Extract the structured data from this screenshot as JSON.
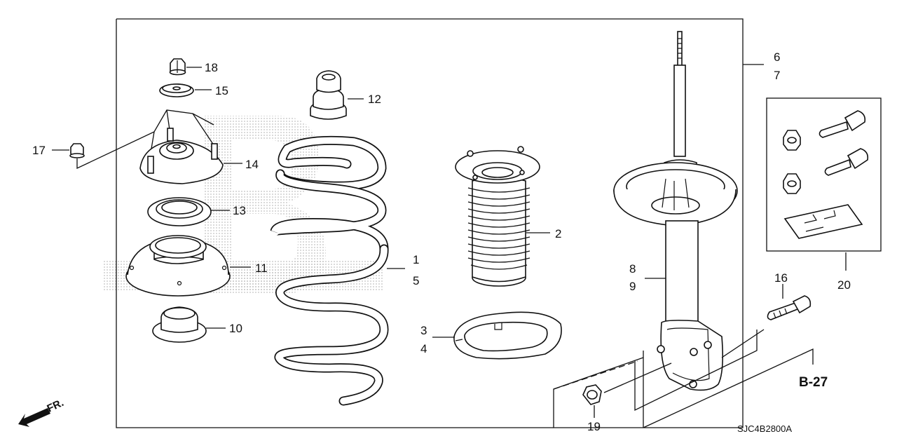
{
  "diagram": {
    "part_labels": {
      "p1": "1",
      "p2": "2",
      "p3": "3",
      "p4": "4",
      "p5": "5",
      "p6": "6",
      "p7": "7",
      "p8": "8",
      "p9": "9",
      "p10": "10",
      "p11": "11",
      "p12": "12",
      "p13": "13",
      "p14": "14",
      "p15": "15",
      "p16": "16",
      "p17": "17",
      "p18": "18",
      "p19": "19",
      "p20": "20"
    },
    "reference": "B-27",
    "direction": "FR.",
    "drawing_code": "SJC4B2800A"
  },
  "colors": {
    "ink": "#111111",
    "background": "#ffffff",
    "watermark": "#bdbdbd"
  }
}
